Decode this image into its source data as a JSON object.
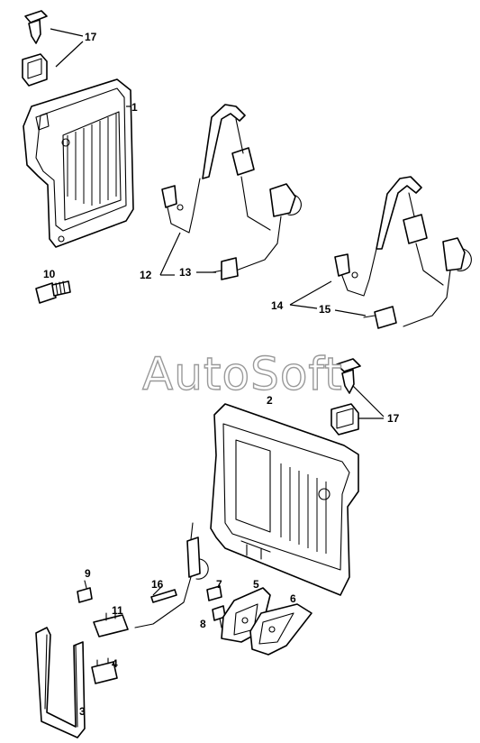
{
  "watermark": "AutoSoft",
  "callouts": {
    "c1": "1",
    "c2": "2",
    "c3": "3",
    "c4": "4",
    "c5": "5",
    "c6": "6",
    "c7": "7",
    "c8": "8",
    "c9": "9",
    "c10": "10",
    "c11": "11",
    "c12": "12",
    "c13": "13",
    "c14": "14",
    "c15": "15",
    "c16": "16",
    "c17a": "17",
    "c17b": "17"
  }
}
